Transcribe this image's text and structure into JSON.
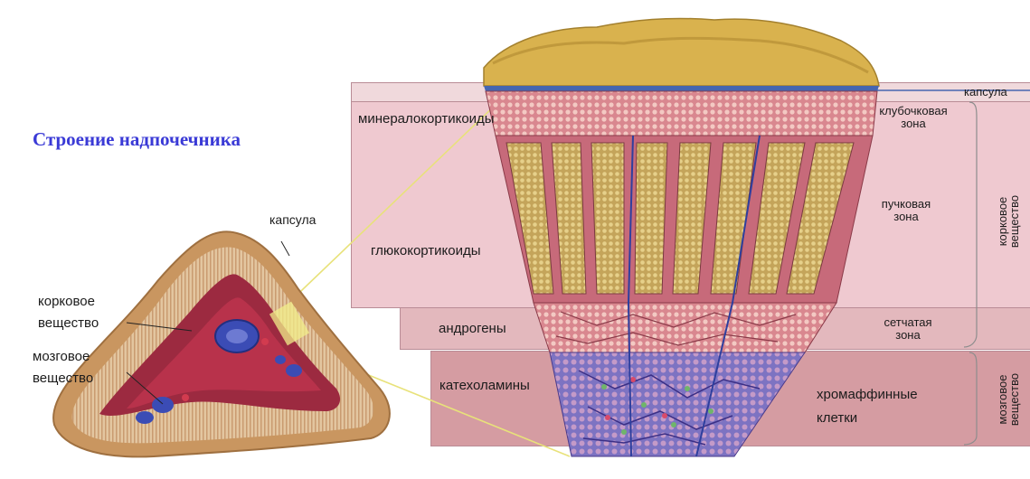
{
  "title": "Строение надпочечника",
  "colors": {
    "title": "#3a3ad6",
    "band_capsule": "#f0d9dc",
    "band_cortex": "#efc9d0",
    "band_reticular": "#e3b8bd",
    "band_medulla": "#d59ca2",
    "tissue_red": "#c23a55",
    "tissue_yellow": "#d8b85a",
    "medulla_blue": "#6a5fb8"
  },
  "left_diagram": {
    "capsule": "капсула",
    "cortex": "корковое\nвещество",
    "medulla": "мозговое\nвещество"
  },
  "hormones": {
    "mineralocorticoids": "минералокортикоиды",
    "glucocorticoids": "глюкокортикоиды",
    "androgens": "андрогены",
    "catecholamines": "катехоламины"
  },
  "zones": {
    "capsule": "капсула",
    "glomerular": "клубочковая\nзона",
    "fascicular": "пучковая\nзона",
    "reticular": "сетчатая\nзона",
    "chromaffin": "хромаффинные\nклетки"
  },
  "side_labels": {
    "cortex": "корковое\nвещество",
    "medulla": "мозговое\nвещество"
  }
}
